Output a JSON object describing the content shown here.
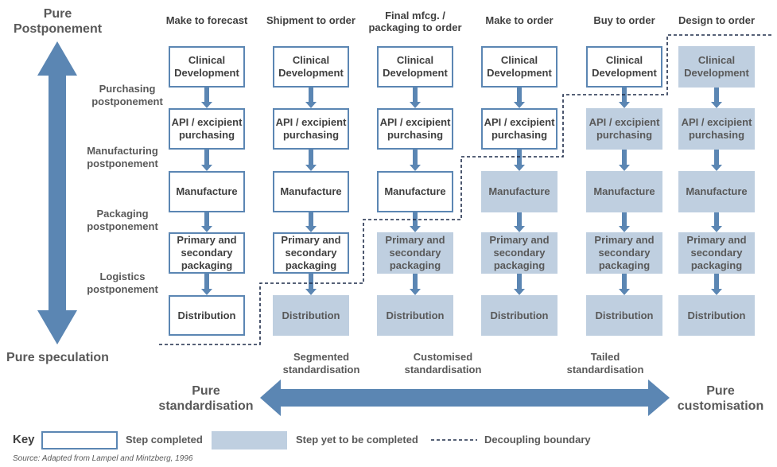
{
  "vertical_axis": {
    "top_label": "Pure Postponement",
    "bottom_label": "Pure speculation"
  },
  "side_labels": [
    "Purchasing postponement",
    "Manufacturing postponement",
    "Packaging postponement",
    "Logistics postponement"
  ],
  "columns": [
    {
      "header": "Make to forecast",
      "completed_steps": 5
    },
    {
      "header": "Shipment to order",
      "completed_steps": 4
    },
    {
      "header": "Final mfcg. / packaging to order",
      "completed_steps": 3
    },
    {
      "header": "Make to order",
      "completed_steps": 2
    },
    {
      "header": "Buy to order",
      "completed_steps": 1
    },
    {
      "header": "Design to order",
      "completed_steps": 0
    }
  ],
  "steps": [
    "Clinical Development",
    "API / excipient purchasing",
    "Manufacture",
    "Primary and secondary packaging",
    "Distribution"
  ],
  "horizontal_axis": {
    "left_label": "Pure standardisation",
    "right_label": "Pure customisation",
    "mid_labels": [
      "Segmented standardisation",
      "Customised standardisation",
      "Tailed standardisation"
    ]
  },
  "key": {
    "title": "Key",
    "completed": "Step completed",
    "yet": "Step yet to be completed",
    "boundary": "Decoupling boundary"
  },
  "source": "Source: Adapted from Lampel and Mintzberg, 1996",
  "colors": {
    "arrow": "#5b86b3",
    "box_border": "#5b86b3",
    "box_todo_fill": "#bfcfe0",
    "boundary": "#1f2d4a"
  }
}
